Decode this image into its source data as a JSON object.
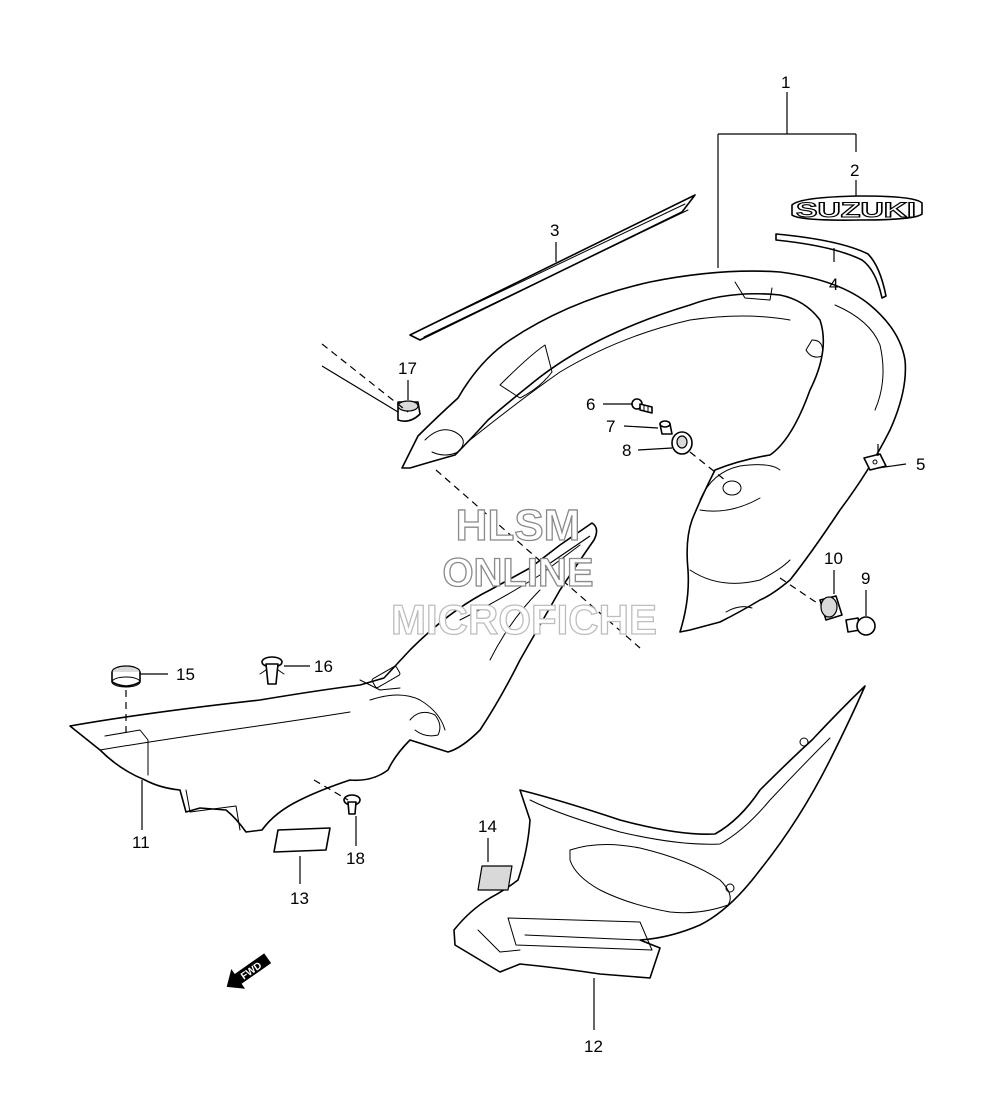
{
  "logo_text": "SUZUKI",
  "fwd_text": "FWD",
  "watermark": {
    "line1": "HLSM",
    "line2": "ONLINE",
    "line3": "MICROFICHE"
  },
  "callouts": [
    "1",
    "2",
    "3",
    "4",
    "5",
    "6",
    "7",
    "8",
    "9",
    "10",
    "11",
    "12",
    "13",
    "14",
    "15",
    "16",
    "17",
    "18"
  ],
  "colors": {
    "line": "#000000",
    "background": "#ffffff",
    "watermark_outline": "#8a8a8a"
  }
}
